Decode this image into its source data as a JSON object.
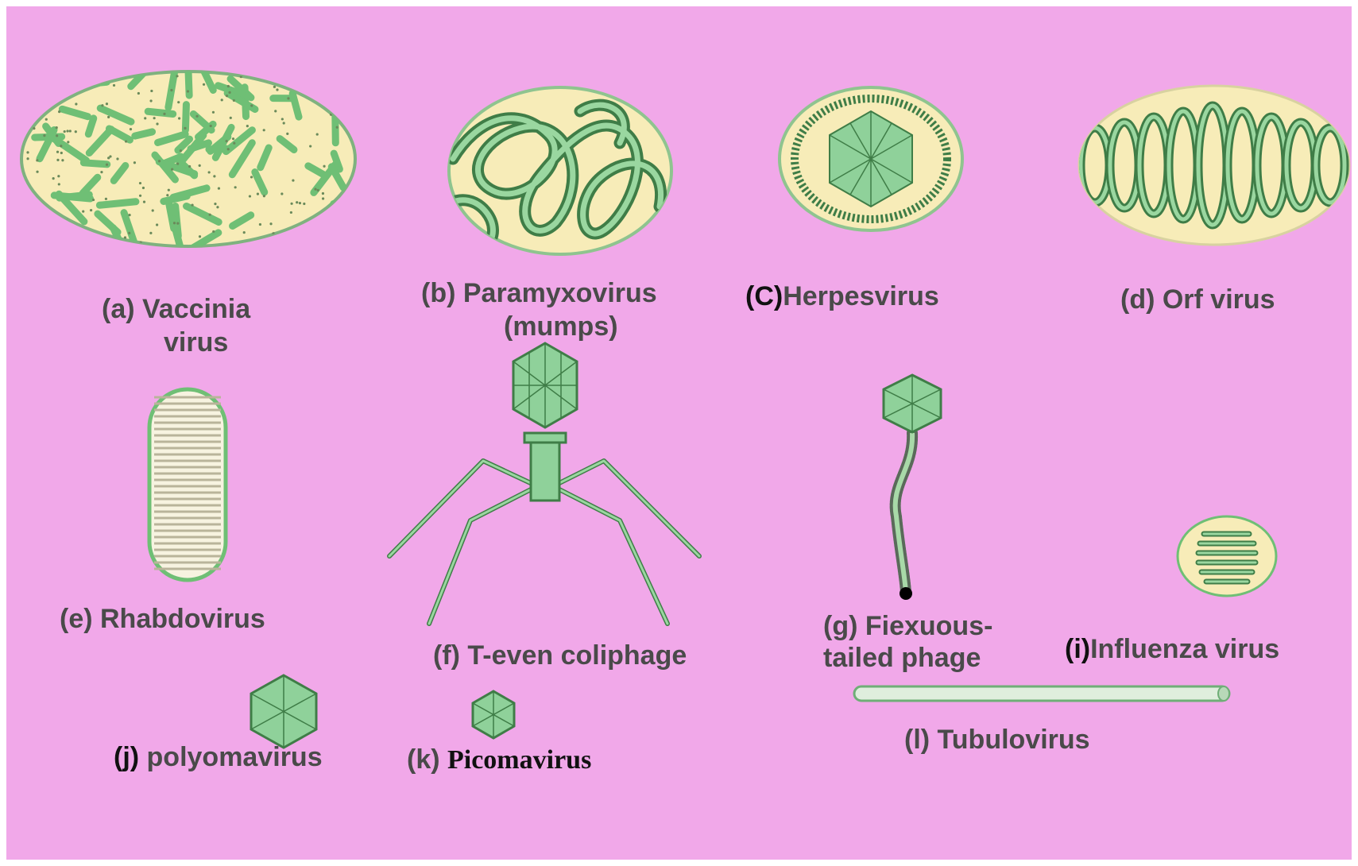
{
  "colors": {
    "background": "#f1a8e9",
    "capsid_fill": "#8fd19a",
    "capsid_stroke": "#3f7d47",
    "envelope_fill": "#f7ecb8",
    "label_text": "#4a4a4a"
  },
  "labels": {
    "a_line1": "(a) Vaccinia",
    "a_line2": "virus",
    "b_line1": "(b) Paramyxovirus",
    "b_line2": "(mumps)",
    "c_prefix": "(C)",
    "c_rest": "Herpesvirus",
    "d": "(d) Orf virus",
    "e": "(e) Rhabdovirus",
    "f": "(f) T-even coliphage",
    "g_line1": "(g) Fiexuous-",
    "g_line2": "tailed phage",
    "i_prefix": "(i)",
    "i_rest": "Influenza virus",
    "j_prefix": "(j)",
    "j_rest": " polyomavirus",
    "k_prefix": "(k) ",
    "k_rest": "Picomavirus",
    "l": "(l) Tubulovirus"
  }
}
